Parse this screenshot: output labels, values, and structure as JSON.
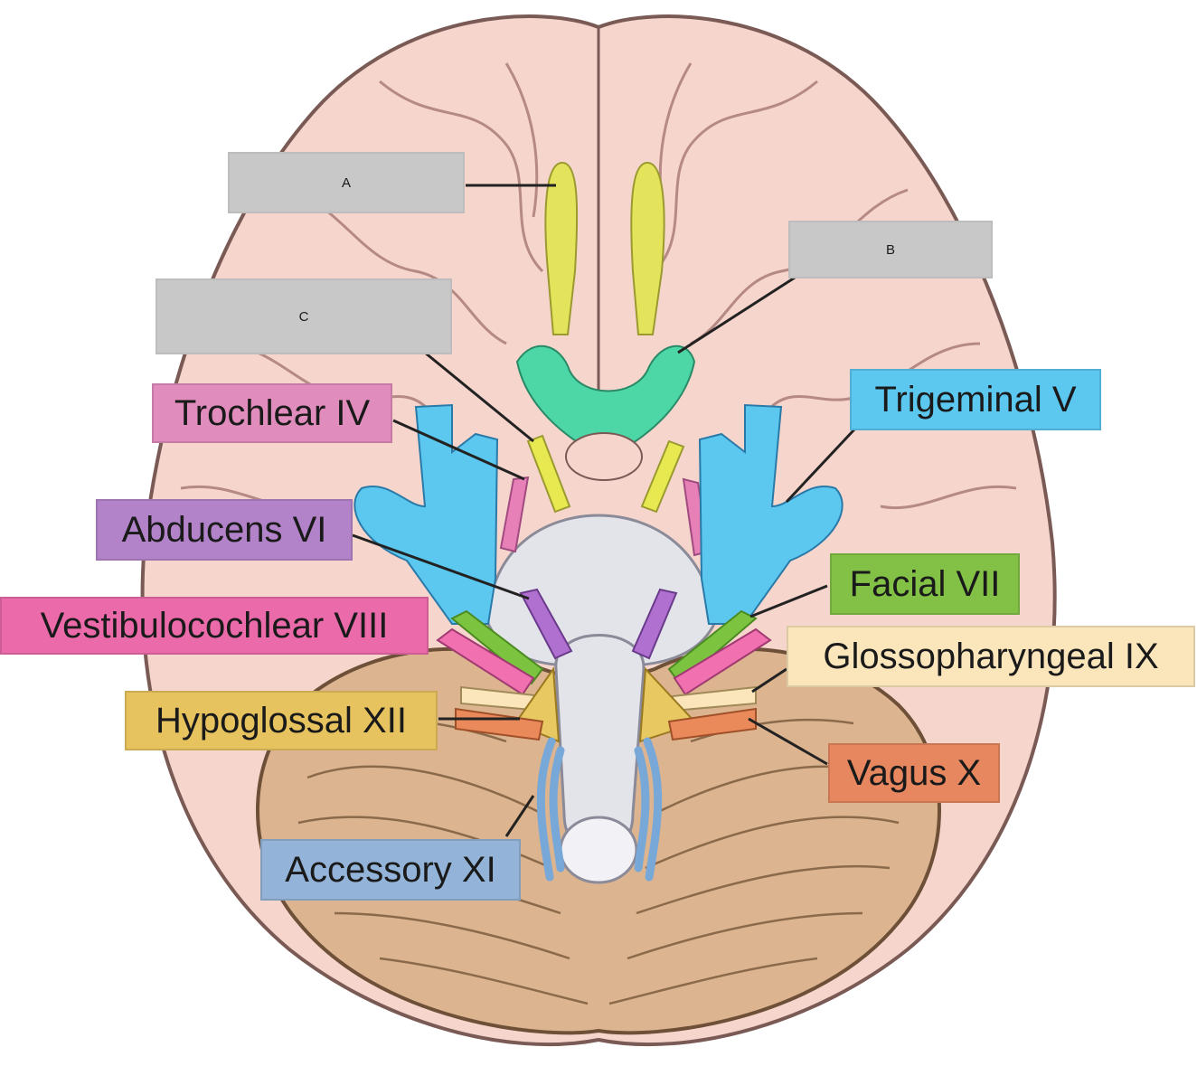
{
  "colors": {
    "cerebrum": "#f6d5cc",
    "cerebrum_outline": "#7a5a55",
    "cerebellum": "#dcb48f",
    "brainstem": "#e3e3ea",
    "olfactory": "#e4e45c",
    "optic": "#4dd6a6",
    "oculomotor": "#e8e850",
    "trochlear": "#e880b8",
    "trigeminal": "#5cc8f0",
    "abducens": "#b070d0",
    "facial": "#7cc440",
    "vestibulocochlear": "#f070b0",
    "glossopharyngeal": "#fbe6bc",
    "vagus": "#ea8a5a",
    "accessory": "#78a8d8",
    "hypoglossal": "#e8c860",
    "blank_box": "#c8c8c8"
  },
  "labels": {
    "A": "A",
    "B": "B",
    "C": "C",
    "trochlear": "Trochlear IV",
    "abducens": "Abducens VI",
    "vestibulocochlear": "Vestibulocochlear VIII",
    "hypoglossal": "Hypoglossal XII",
    "accessory": "Accessory XI",
    "trigeminal": "Trigeminal V",
    "facial": "Facial VII",
    "glossopharyngeal": "Glossopharyngeal IX",
    "vagus": "Vagus X"
  },
  "label_colors": {
    "trochlear": "#e08cbc",
    "abducens": "#b383c9",
    "vestibulocochlear": "#ea6aaa",
    "hypoglossal": "#e6c35f",
    "accessory": "#93b4d8",
    "trigeminal": "#5cc8f0",
    "facial": "#82c046",
    "glossopharyngeal": "#fbe6bc",
    "vagus": "#e6875f"
  }
}
